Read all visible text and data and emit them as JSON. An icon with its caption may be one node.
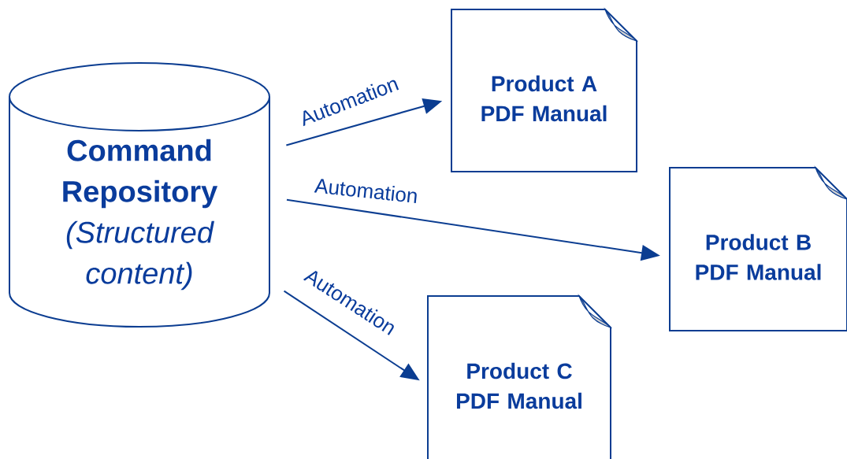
{
  "diagram": {
    "nodes": [
      {
        "text": [
          "Command Repository",
          "(Structured content)"
        ]
      },
      {
        "text": [
          "Product A PDF Manual"
        ]
      },
      {
        "text": [
          "Product B PDF Manual"
        ]
      },
      {
        "text": [
          "Product C PDF Manual"
        ]
      }
    ],
    "edges": [
      {
        "from": 0,
        "to": 1,
        "arrow": "to",
        "label": "Automation"
      },
      {
        "from": 0,
        "to": 2,
        "arrow": "to",
        "label": "Automation"
      },
      {
        "from": 0,
        "to": 3,
        "arrow": "to",
        "label": "Automation"
      }
    ]
  }
}
